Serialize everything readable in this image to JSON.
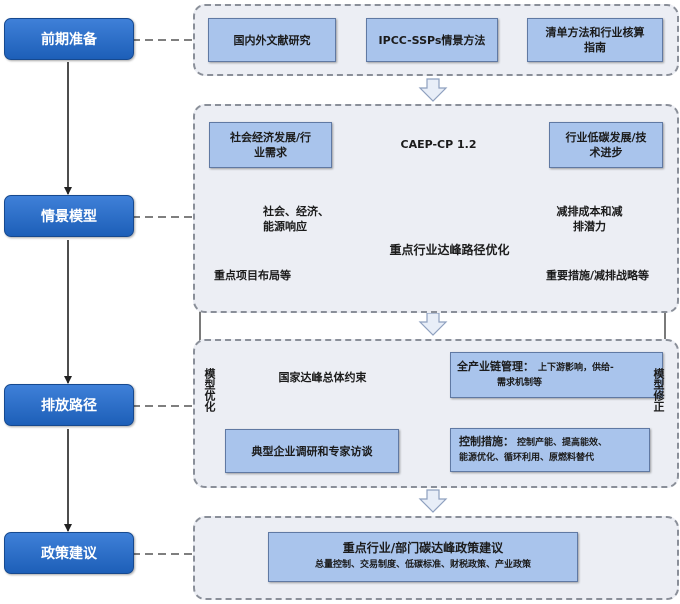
{
  "stages": [
    "前期准备",
    "情景模型",
    "排放路径",
    "政策建议"
  ],
  "prep": {
    "box1": "国内外文献研究",
    "box2": "IPCC-SSPs情景方法",
    "box3_line1": "清单方法和行业核算",
    "box3_line2": "指南"
  },
  "model": {
    "socio_line1": "社会经济发展/行",
    "socio_line2": "业需求",
    "caep": "CAEP-CP 1.2",
    "tech_line1": "行业低碳发展/技",
    "tech_line2": "术进步",
    "feedback_line1": "社会、经济、",
    "feedback_line2": "能源响应",
    "cost_line1": "减排成本和减",
    "cost_line2": "排潜力",
    "optimize": "重点行业达峰路径优化",
    "layout_label": "重点项目布局等",
    "measures_label": "重要措施/减排战略等"
  },
  "path": {
    "cylinder": "国家达峰总体约束",
    "chain_title": "全产业链管理：",
    "chain_detail1": "上下游影响，供给-",
    "chain_detail2": "需求机制等",
    "survey": "典型企业调研和专家访谈",
    "control_title": "控制措施：",
    "control_detail1": "控制产能、提高能效、",
    "control_detail2": "能源优化、循环利用、原燃料替代",
    "left_side": "模型优化",
    "right_side": "模型修正"
  },
  "policy": {
    "title": "重点行业/部门碳达峰政策建议",
    "subtitle": "总量控制、交易制度、低碳标准、财税政策、产业政策"
  }
}
